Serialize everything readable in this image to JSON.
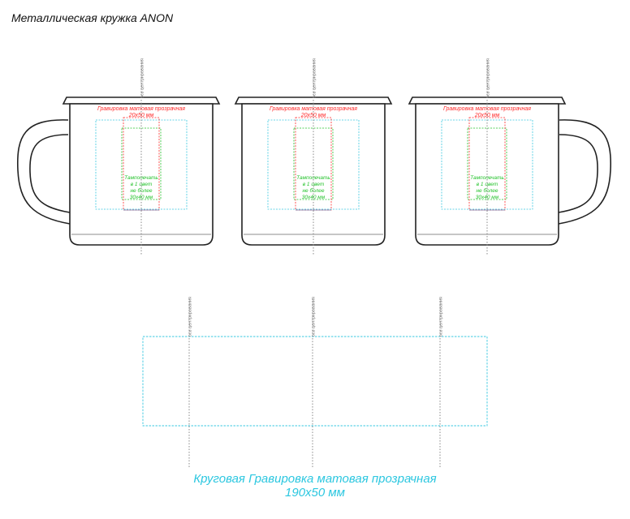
{
  "title": "Металлическая кружка ANON",
  "labels": {
    "engraving_line1": "Гравировка матовая прозрачная",
    "engraving_line2": "20x50 мм",
    "pad_print_line1": "Тампопечать",
    "pad_print_line2": "в 1 цвет",
    "pad_print_line3": "не более",
    "pad_print_line4": "30x40 мм",
    "axis_label": "ось центрирования"
  },
  "caption": {
    "line1": "Круговая Гравировка матовая прозрачная",
    "line2": "190x50 мм"
  },
  "views": [
    {
      "name": "left-handle-view",
      "handle": "left"
    },
    {
      "name": "front-view",
      "handle": "none"
    },
    {
      "name": "right-handle-view",
      "handle": "right"
    }
  ],
  "colors": {
    "outline": "#222222",
    "engraving": "#ff2a2a",
    "pad_print": "#22c22a",
    "engraving_area": "#39c8e0",
    "axis": "#888888",
    "caption": "#2cc7e0"
  }
}
